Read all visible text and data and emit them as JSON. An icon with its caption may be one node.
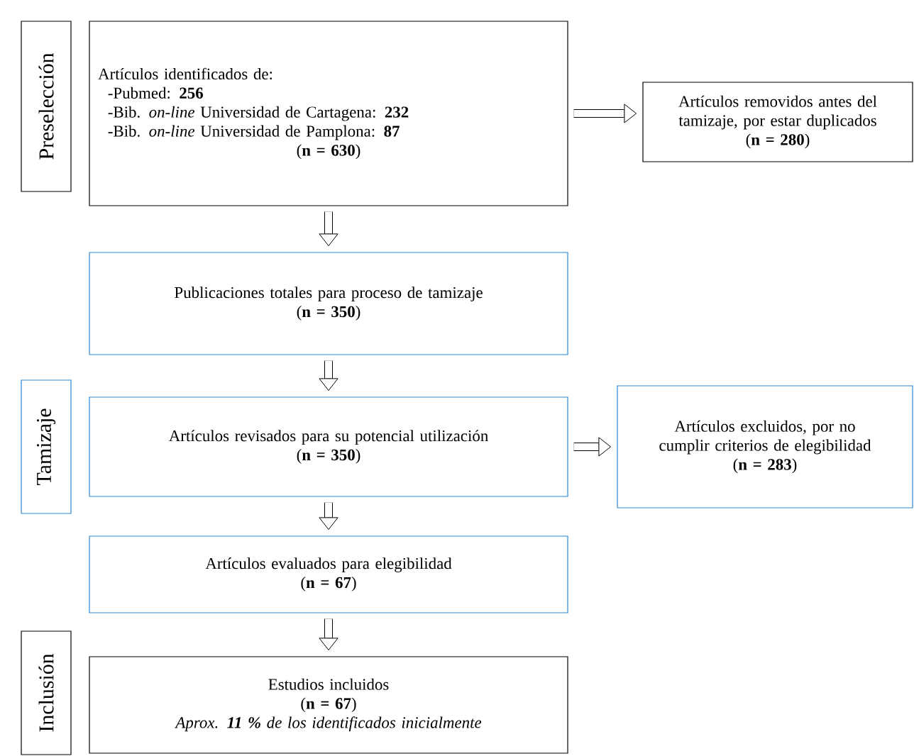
{
  "diagram": {
    "nodes": [
      {
        "text": [
          "Preselección"
        ]
      },
      {
        "text": [
          "Artículos identificados de:",
          "-Pubmed: **256**",
          "-Bib. *on-line* Universidad de Cartagena: **232**",
          "-Bib. *on-line* Universidad de Pamplona: **87**",
          "(**n = 630**)"
        ]
      },
      {
        "text": [
          "Artículos removidos antes del tamizaje, por estar duplicados",
          "(**n = 280**)"
        ]
      },
      {
        "text": [
          "Publicaciones totales para proceso de tamizaje",
          "(**n = 350**)"
        ]
      },
      {
        "text": [
          "Tamizaje"
        ]
      },
      {
        "text": [
          "Artículos revisados para su potencial utilización",
          "(**n = 350**)"
        ]
      },
      {
        "text": [
          "Artículos excluidos, por no cumplir criterios de elegibilidad",
          "(**n = 283**)"
        ]
      },
      {
        "text": [
          "Artículos evaluados para elegibilidad",
          "(**n = 67**)"
        ]
      },
      {
        "text": [
          "Inclusión"
        ]
      },
      {
        "text": [
          "Estudios incluidos",
          "(**n = 67**)",
          "Aprox. **11 %** de los identificados inicialmente"
        ]
      }
    ],
    "edges": [
      {
        "from": 1,
        "to": 2,
        "arrow": "to"
      },
      {
        "from": 1,
        "to": 3,
        "arrow": "to"
      },
      {
        "from": 3,
        "to": 5,
        "arrow": "to"
      },
      {
        "from": 5,
        "to": 6,
        "arrow": "to"
      },
      {
        "from": 5,
        "to": 7,
        "arrow": "to"
      },
      {
        "from": 7,
        "to": 9,
        "arrow": "to"
      }
    ]
  }
}
